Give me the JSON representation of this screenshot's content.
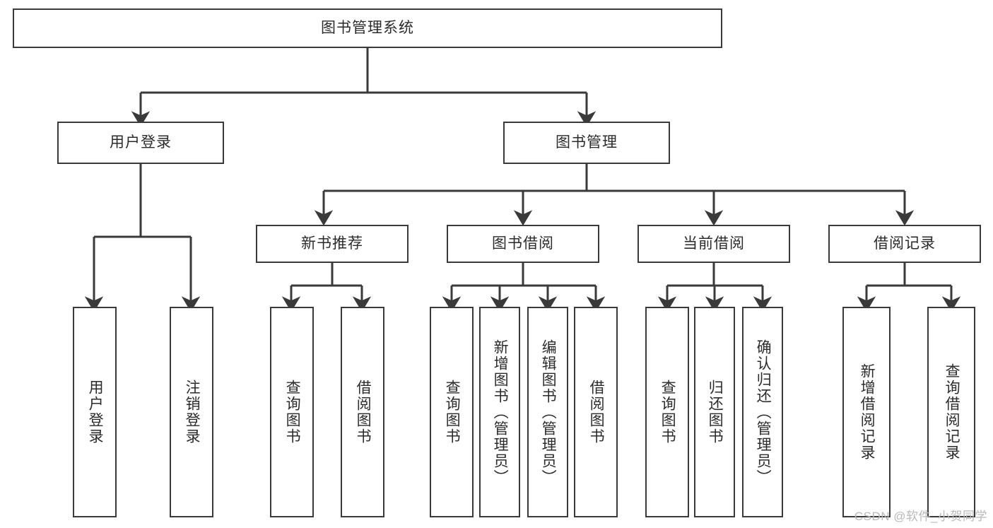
{
  "diagram": {
    "title_node": {
      "label": "图书管理系统"
    },
    "level1": [
      {
        "id": "user-login",
        "label": "用户登录"
      },
      {
        "id": "book-management",
        "label": "图书管理"
      }
    ],
    "level2": [
      {
        "id": "new-book-recommend",
        "label": "新书推荐"
      },
      {
        "id": "book-borrow",
        "label": "图书借阅"
      },
      {
        "id": "current-borrow",
        "label": "当前借阅"
      },
      {
        "id": "borrow-record",
        "label": "借阅记录"
      }
    ],
    "leaves": {
      "user_login": [
        {
          "id": "leaf-user-login",
          "label": "用户登录"
        },
        {
          "id": "leaf-logout-login",
          "label": "注销登录"
        }
      ],
      "new_book_recommend": [
        {
          "id": "leaf-query-book-1",
          "label": "查询图书"
        },
        {
          "id": "leaf-borrow-book-1",
          "label": "借阅图书"
        }
      ],
      "book_borrow": [
        {
          "id": "leaf-query-book-2",
          "label": "查询图书"
        },
        {
          "id": "leaf-add-book",
          "label": "新增图书（管理员）"
        },
        {
          "id": "leaf-edit-book",
          "label": "编辑图书（管理员）"
        },
        {
          "id": "leaf-borrow-book-2",
          "label": "借阅图书"
        }
      ],
      "current_borrow": [
        {
          "id": "leaf-query-book-3",
          "label": "查询图书"
        },
        {
          "id": "leaf-return-book",
          "label": "归还图书"
        },
        {
          "id": "leaf-confirm-return",
          "label": "确认归还（管理员）"
        }
      ],
      "borrow_record": [
        {
          "id": "leaf-add-borrow-record",
          "label": "新增借阅记录"
        },
        {
          "id": "leaf-query-borrow-record",
          "label": "查询借阅记录"
        }
      ]
    },
    "watermark": "CSDN @软件_小贺同学",
    "colors": {
      "stroke": "#3a3a3a",
      "box_fill": "#ffffff",
      "text": "#2b2b2b",
      "watermark": "#b9b9b9",
      "background": "#ffffff"
    }
  }
}
